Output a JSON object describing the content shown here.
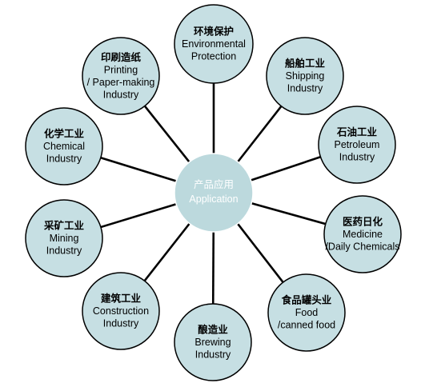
{
  "center": {
    "cn": "产品应用",
    "en": "Application"
  },
  "nodes": [
    {
      "id": "environmental",
      "lines": [
        "环境保护",
        "Environmental",
        "Protection"
      ]
    },
    {
      "id": "shipping",
      "lines": [
        "船舶工业",
        "Shipping",
        "Industry"
      ]
    },
    {
      "id": "petroleum",
      "lines": [
        "石油工业",
        "Petroleum",
        "Industry"
      ]
    },
    {
      "id": "medicine",
      "lines": [
        "医药日化",
        "Medicine",
        "/Daily Chemicals"
      ]
    },
    {
      "id": "food",
      "lines": [
        "食品罐头业",
        "Food",
        "/canned food"
      ]
    },
    {
      "id": "brewing",
      "lines": [
        "酿造业",
        "Brewing",
        "Industry"
      ]
    },
    {
      "id": "construction",
      "lines": [
        "建筑工业",
        "Construction",
        "Industry"
      ]
    },
    {
      "id": "mining",
      "lines": [
        "采矿工业",
        "Mining",
        "Industry"
      ]
    },
    {
      "id": "chemical",
      "lines": [
        "化学工业",
        "Chemical",
        "Industry"
      ]
    },
    {
      "id": "printing",
      "lines": [
        "印刷造纸",
        "Printing",
        "/ Paper-making",
        "Industry"
      ]
    }
  ]
}
